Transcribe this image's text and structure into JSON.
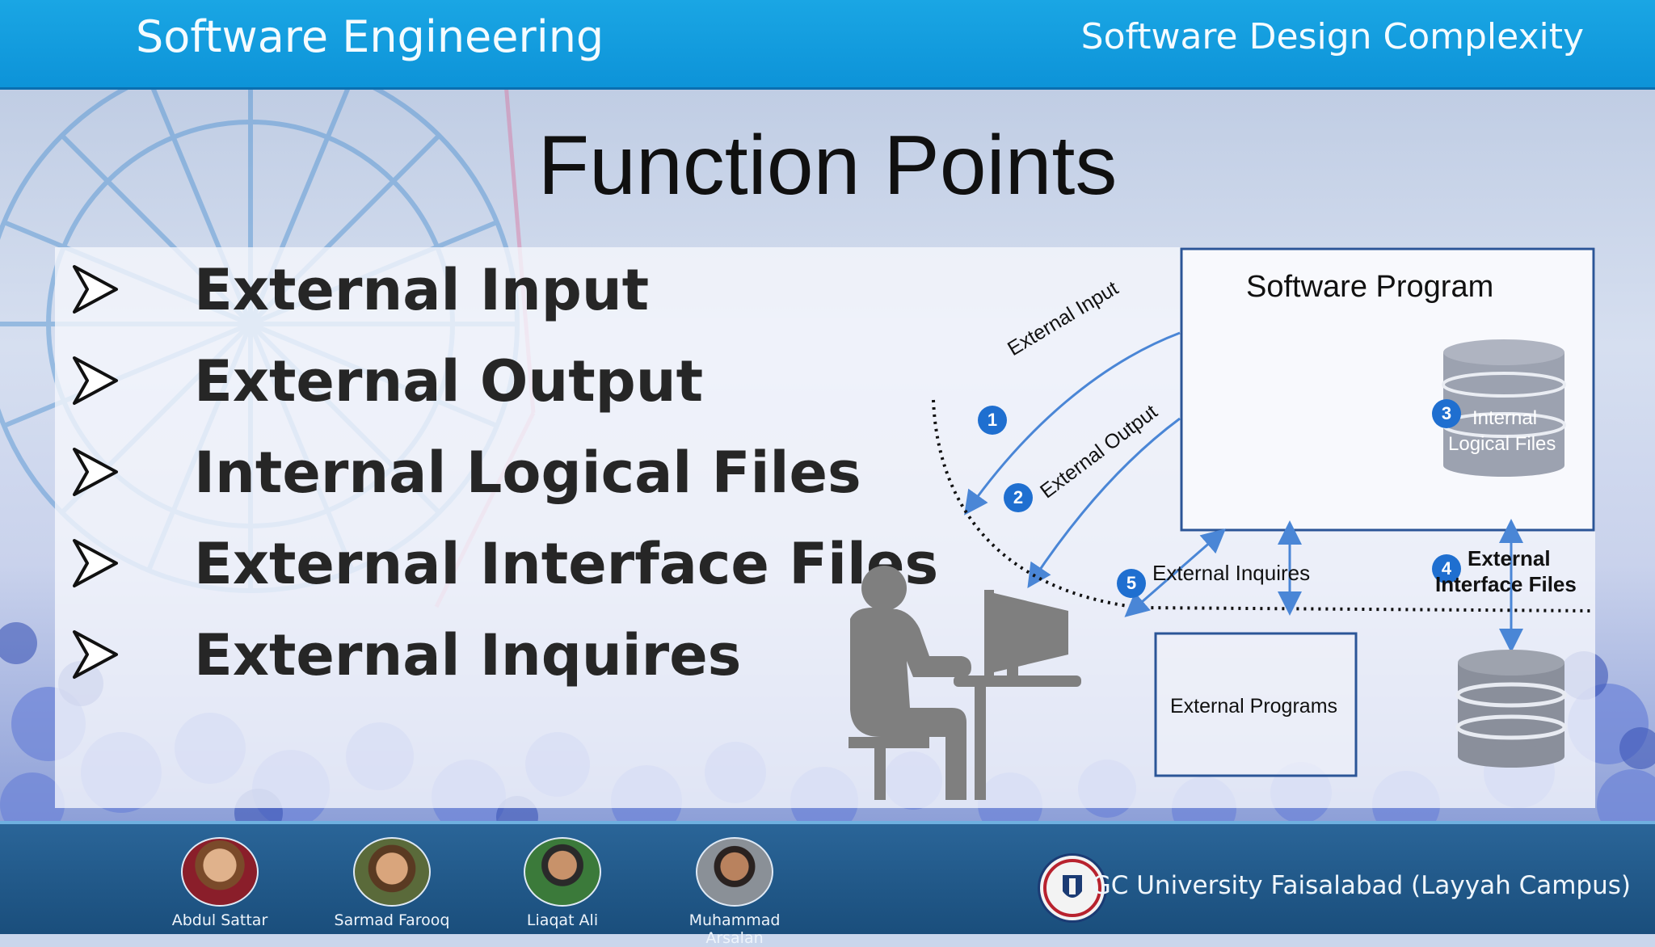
{
  "header": {
    "left_title": "Software Engineering",
    "right_title": "Software Design Complexity"
  },
  "slide": {
    "title": "Function Points",
    "bullets": [
      "External Input",
      "External Output",
      "Internal Logical Files",
      "External Interface Files",
      "External Inquires"
    ]
  },
  "diagram": {
    "software_program": "Software Program",
    "arrow_external_input": "External Input",
    "arrow_external_output": "External Output",
    "internal_logical_files_line1": "Internal",
    "internal_logical_files_line2": "Logical Files",
    "external_inquires": "External Inquires",
    "external_interface_line1": "External",
    "external_interface_line2": "Interface Files",
    "external_programs": "External Programs",
    "numbers": [
      "1",
      "2",
      "3",
      "4",
      "5"
    ],
    "accent_color": "#1f6fd0",
    "arrow_color": "#4a86d6"
  },
  "footer": {
    "members": [
      {
        "name": "Abdul Sattar",
        "icon": "person-photo"
      },
      {
        "name": "Sarmad Farooq",
        "icon": "person-photo"
      },
      {
        "name": "Liaqat Ali",
        "icon": "person-photo"
      },
      {
        "name": "Muhammad Arsalan",
        "icon": "person-photo"
      }
    ],
    "university": "GC University Faisalabad (Layyah Campus)",
    "logo_icon": "university-seal"
  },
  "colors": {
    "header_bg": "#1aa6e4",
    "footer_bg": "#1f5888",
    "bullet_text": "#262626"
  }
}
